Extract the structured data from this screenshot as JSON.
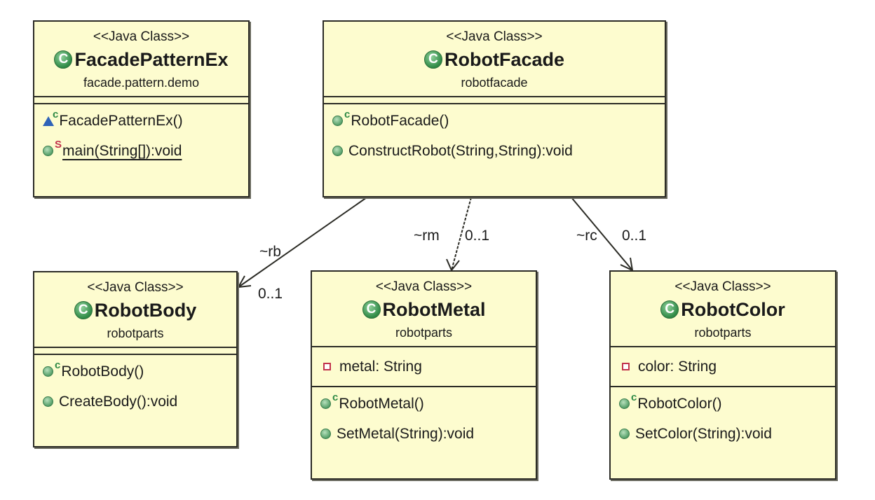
{
  "stereotype": "<<Java Class>>",
  "classes": [
    {
      "id": "FacadePatternEx",
      "name": "FacadePatternEx",
      "package": "facade.pattern.demo",
      "attributes": [],
      "operations": [
        {
          "text": "FacadePatternEx()",
          "visibility": "package",
          "modifier": "C"
        },
        {
          "text": "main(String[]):void",
          "visibility": "public",
          "modifier": "S"
        }
      ]
    },
    {
      "id": "RobotFacade",
      "name": "RobotFacade",
      "package": "robotfacade",
      "attributes": [],
      "operations": [
        {
          "text": "RobotFacade()",
          "visibility": "public",
          "modifier": "C"
        },
        {
          "text": "ConstructRobot(String,String):void",
          "visibility": "public",
          "modifier": ""
        }
      ]
    },
    {
      "id": "RobotBody",
      "name": "RobotBody",
      "package": "robotparts",
      "attributes": [],
      "operations": [
        {
          "text": "RobotBody()",
          "visibility": "public",
          "modifier": "C"
        },
        {
          "text": "CreateBody():void",
          "visibility": "public",
          "modifier": ""
        }
      ]
    },
    {
      "id": "RobotMetal",
      "name": "RobotMetal",
      "package": "robotparts",
      "attributes": [
        {
          "text": "metal: String",
          "visibility": "private"
        }
      ],
      "operations": [
        {
          "text": "RobotMetal()",
          "visibility": "public",
          "modifier": "C"
        },
        {
          "text": "SetMetal(String):void",
          "visibility": "public",
          "modifier": ""
        }
      ]
    },
    {
      "id": "RobotColor",
      "name": "RobotColor",
      "package": "robotparts",
      "attributes": [
        {
          "text": "color: String",
          "visibility": "private"
        }
      ],
      "operations": [
        {
          "text": "RobotColor()",
          "visibility": "public",
          "modifier": "C"
        },
        {
          "text": "SetColor(String):void",
          "visibility": "public",
          "modifier": ""
        }
      ]
    }
  ],
  "associations": [
    {
      "from": "RobotFacade",
      "to": "RobotBody",
      "role": "~rb",
      "multiplicity": "0..1"
    },
    {
      "from": "RobotFacade",
      "to": "RobotMetal",
      "role": "~rm",
      "multiplicity": "0..1"
    },
    {
      "from": "RobotFacade",
      "to": "RobotColor",
      "role": "~rc",
      "multiplicity": "0..1"
    }
  ],
  "class_icon_letter": "C",
  "colors": {
    "class_fill": "#fdfccf",
    "border": "#2b2b25",
    "public_green": "#2f8a46",
    "private_red": "#c2334d",
    "package_blue": "#2f63b8"
  }
}
